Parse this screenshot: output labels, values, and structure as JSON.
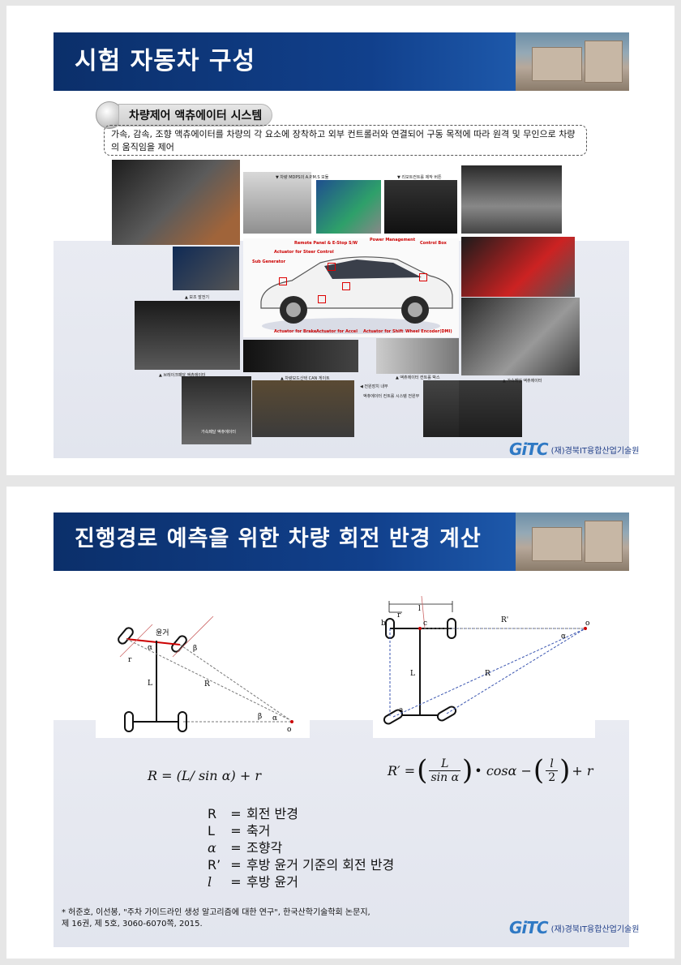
{
  "slide1": {
    "title": "시험 자동차 구성",
    "section_label": "차량제어 액츄에이터 시스템",
    "description": "가속, 감속, 조향 액츄에이터를 차량의 각 요소에 장착하고 외부 컨트롤러와 연결되어 구동 목적에 따라 원격 및 무인으로 차량의 움직임을 제어",
    "photo_captions": [
      "▼ 차량 MDPS의 A.P.M.S 모듈",
      "▼ 리모트컨트롤 제작 버튼",
      "▲ 브레이크페달 액츄에이터",
      "▲ 보조 발전기",
      "▲ 차량모드신택 CAN 게이트",
      "▲ 액츄에이터 컨트롤 박스",
      "◀ 전원장치 내부",
      "액츄에이터 컨트롤 시스템 전원부",
      "▲ 가속페달 액츄에이터",
      "가속페달 액츄에이터"
    ],
    "car_labels": {
      "remote_panel": "Remote Panel & E-Stop S/W",
      "power_management": "Power Management",
      "control_box": "Control Box",
      "actuator_steer": "Actuator for Steer Control",
      "sub_generator": "Sub Generator",
      "actuator_brake": "Actuator for Brake",
      "actuator_accel": "Actuator for Accel",
      "actuator_shift": "Actuator for Shift",
      "wheel_encoder": "Wheel Encoder(DMI)"
    },
    "footer_logo": "GiTC",
    "footer_org": "(재)경북IT융합산업기술원"
  },
  "slide2": {
    "title": "진행경로 예측을 위한 차량 회전 반경 계산",
    "diagram_left": {
      "top_label": "윤거",
      "labels": [
        "α",
        "β",
        "r",
        "L",
        "R",
        "β",
        "α",
        "o"
      ]
    },
    "diagram_right": {
      "top_label": "l",
      "labels": [
        "r",
        "b",
        "c",
        "R'",
        "o",
        "L",
        "R",
        "α",
        "a"
      ]
    },
    "formula_left": "R = (L/ sin α) + r",
    "formula_right": {
      "prefix": "R′ =",
      "frac1_num": "L",
      "frac1_den": "sin α",
      "mid": "• cosα −",
      "frac2_num": "l",
      "frac2_den": "2",
      "suffix": "+ r"
    },
    "legend": [
      {
        "symbol": "R",
        "eq": "=",
        "meaning": "회전 반경"
      },
      {
        "symbol": "L",
        "eq": "=",
        "meaning": "축거"
      },
      {
        "symbol": "α",
        "eq": "=",
        "meaning": "조향각"
      },
      {
        "symbol": "R’",
        "eq": "=",
        "meaning": "후방 윤거 기준의 회전 반경"
      },
      {
        "symbol": "l",
        "eq": "=",
        "meaning": "후방 윤거"
      }
    ],
    "reference_line1": "* 허준호, 이선봉, \"주차 가이드라인 생성 알고리즘에 대한 연구\", 한국산학기술학회 논문지,",
    "reference_line2": "제 16권, 제 5호, 3060-6070쪽, 2015.",
    "footer_logo": "GiTC",
    "footer_org": "(재)경북IT융합산업기술원"
  }
}
